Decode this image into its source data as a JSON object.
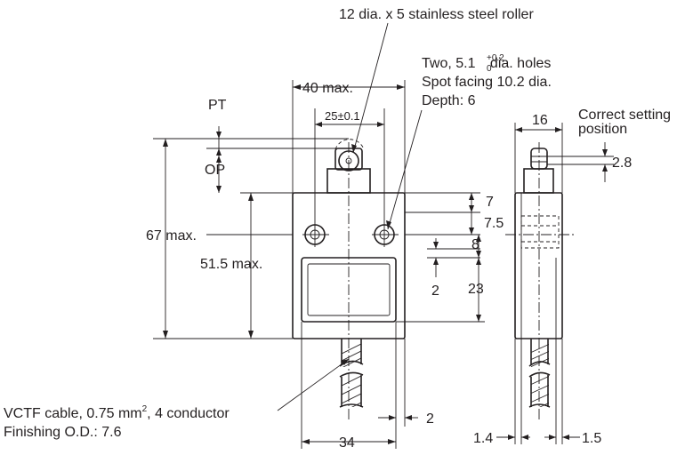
{
  "labels": {
    "roller": "12 dia. x 5 stainless steel roller",
    "holes_prefix": "Two, 5.1",
    "holes_tol_upper": "+0.2",
    "holes_tol_lower": "0",
    "holes_suffix": " dia. holes",
    "spot_facing": "Spot facing 10.2 dia.",
    "depth": "Depth: 6",
    "correct_setting_1": "Correct setting",
    "correct_setting_2": "position",
    "pt": "PT",
    "op": "OP",
    "cable_1_prefix": "VCTF cable, 0.75 mm",
    "cable_1_sup": "2",
    "cable_1_suffix": ", 4 conductor",
    "cable_2": "Finishing O.D.: 7.6"
  },
  "dims": {
    "width_max": "40 max.",
    "hole_pitch": "25±0.1",
    "height_total": "67 max.",
    "height_body": "51.5 max.",
    "d7": "7",
    "d7_5": "7.5",
    "d8": "8",
    "d23": "23",
    "d2_left": "2",
    "d2_bottom": "2",
    "d34": "34",
    "d16": "16",
    "d2_8": "2.8",
    "d1_4": "1.4",
    "d1_5": "1.5"
  }
}
